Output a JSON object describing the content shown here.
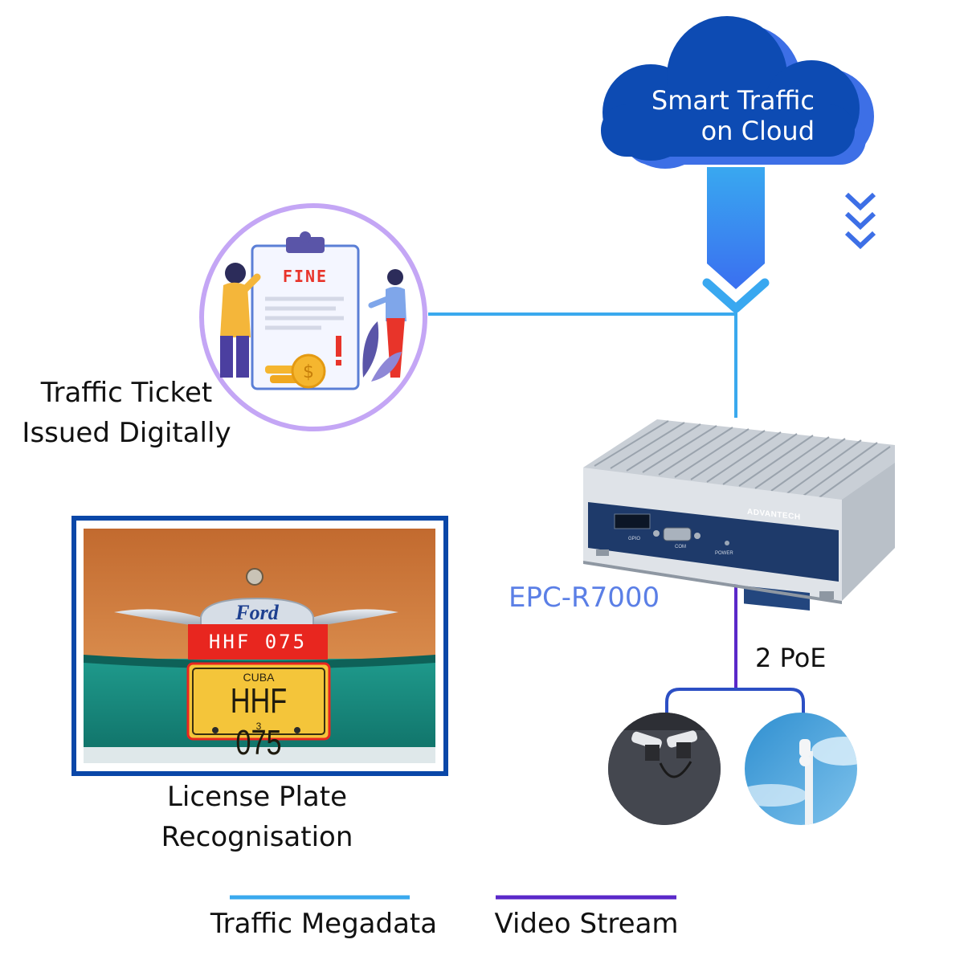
{
  "cloud": {
    "line1": "Smart Traffic",
    "line2": "on Cloud"
  },
  "ticket": {
    "fine_text": "FINE",
    "line1": "Traffic Ticket",
    "line2": "Issued Digitally"
  },
  "device": {
    "model": "EPC-R7000",
    "brand": "ADVANTECH",
    "port_labels": [
      "GPIO",
      "COM",
      "POWER"
    ]
  },
  "poe": {
    "label": "2 PoE"
  },
  "lpr": {
    "banner": "HHF 075",
    "plate_country": "CUBA",
    "plate_number": "HHF 075",
    "plate_small": "3",
    "badge": "Ford",
    "caption_line1": "License Plate",
    "caption_line2": "Recognisation"
  },
  "legend": {
    "items": [
      {
        "label": "Traffic Megadata",
        "color": "#3aa9ee"
      },
      {
        "label": "Video Stream",
        "color": "#5a28c9"
      }
    ]
  },
  "colors": {
    "cloud": "#0d4bb3",
    "cloud_shadow": "#3d6fe6",
    "data_line": "#3aa9ee",
    "video_line": "#5a28c9",
    "camera_link": "#2c4fc4",
    "ticket_ring": "#c4a6f5",
    "lpr_frame": "#0a47a8"
  }
}
